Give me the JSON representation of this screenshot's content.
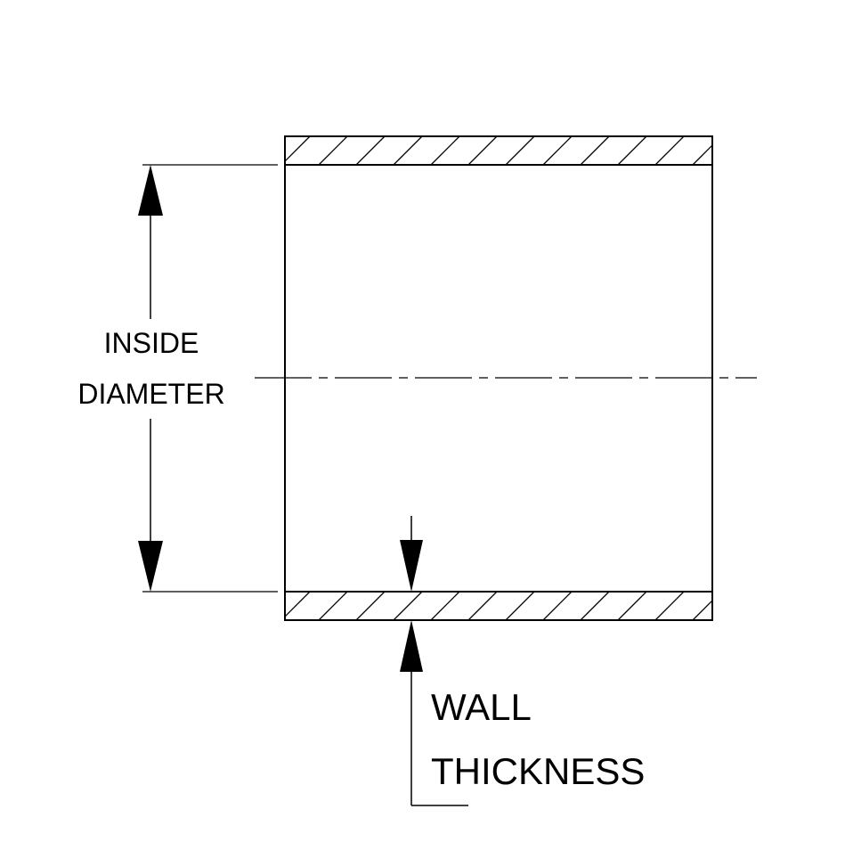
{
  "labels": {
    "inside_line1": "INSIDE",
    "inside_line2": "DIAMETER",
    "wall_line1": "WALL",
    "wall_line2": "THICKNESS"
  },
  "colors": {
    "line": "#000000",
    "background": "#ffffff"
  }
}
